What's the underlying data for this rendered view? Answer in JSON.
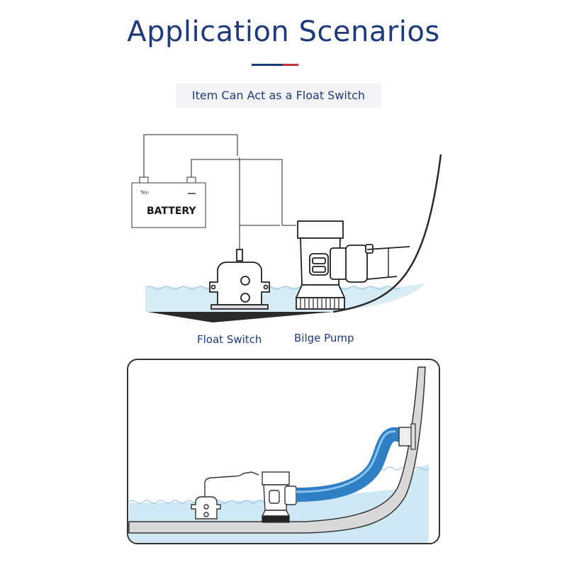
{
  "header": {
    "title": "Application Scenarios",
    "subtitle": "Item Can Act as a Float Switch",
    "accent_colors": {
      "blue": "#1f3a7a",
      "red": "#c8343a"
    }
  },
  "diagram1": {
    "battery_label": "BATTERY",
    "battery_terminal_text": "Ten",
    "float_switch_label": "Float Switch",
    "bilge_pump_label": "Bilge Pump",
    "water_color": "#d8ecf6"
  },
  "diagram2": {
    "hose_color": "#2f7fc4",
    "water_color": "#cfe8f6"
  }
}
